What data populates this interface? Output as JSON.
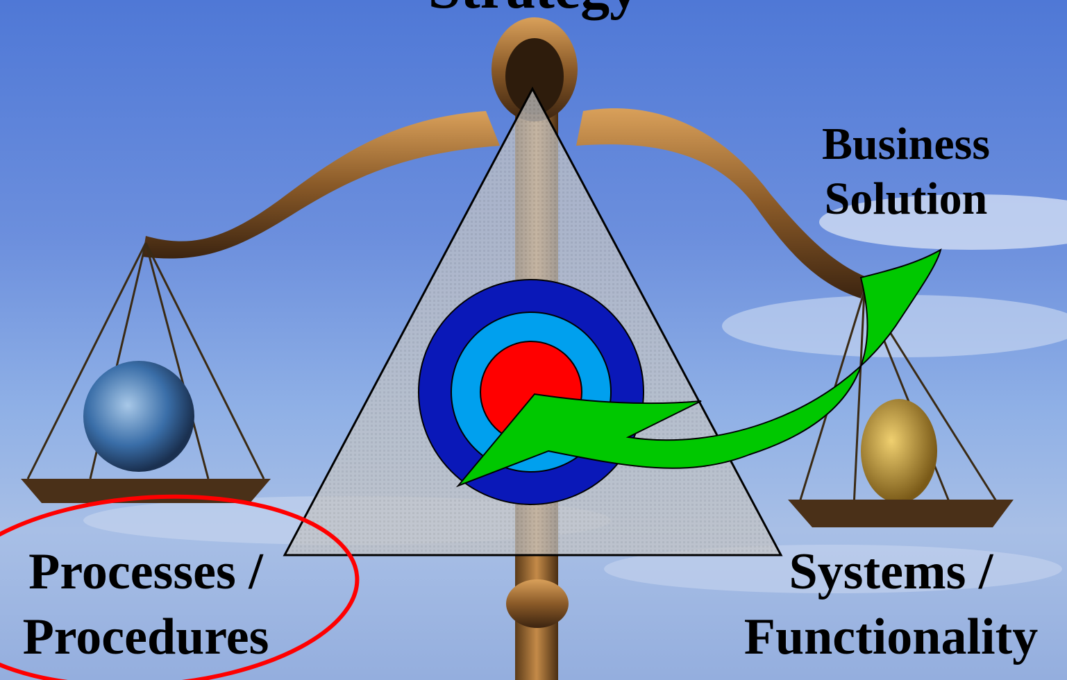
{
  "diagram": {
    "top_label": "Strategy",
    "business_label_line1": "Business",
    "business_label_line2": "Solution",
    "processes_label_line1": "Processes /",
    "processes_label_line2": "Procedures",
    "systems_label_line1": "Systems /",
    "systems_label_line2": "Functionality"
  },
  "colors": {
    "target_outer": "#0a18b8",
    "target_middle": "#00a0ee",
    "target_inner": "#ff0000",
    "arrow": "#00c800",
    "highlight_ellipse": "#ff0000",
    "triangle_fill": "#c8c8c8"
  },
  "icons": {
    "background": "scales-of-justice-image",
    "target": "bullseye-target-icon",
    "arrow": "curved-arrow-icon"
  }
}
